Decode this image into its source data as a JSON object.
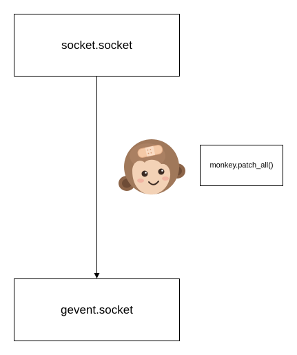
{
  "diagram": {
    "source_box": {
      "label": "socket.socket"
    },
    "target_box": {
      "label": "gevent.socket"
    },
    "note_box": {
      "label": "monkey.patch_all()"
    },
    "mascot": {
      "icon": "bandaged-monkey-icon"
    },
    "colors": {
      "stroke": "#000000",
      "fur": "#a0785a",
      "face": "#f3d2b6",
      "bandage": "#f4c9a6"
    }
  }
}
